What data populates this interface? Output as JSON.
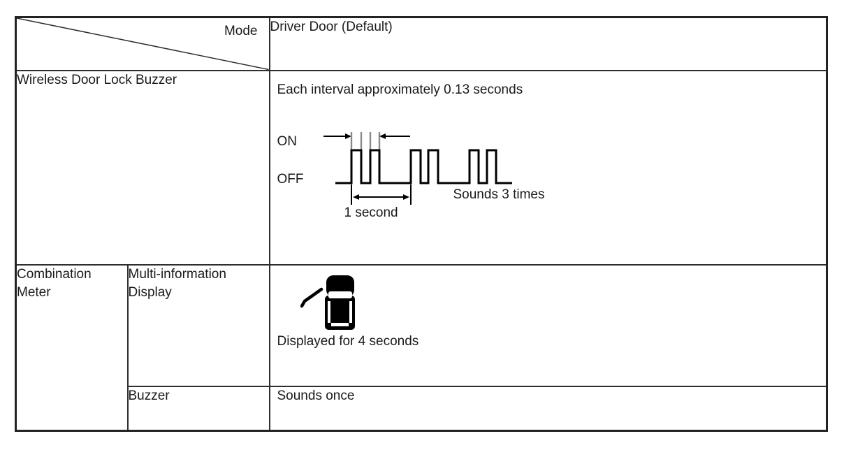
{
  "table": {
    "header": {
      "corner_label": "Mode",
      "mode_value": "Driver Door (Default)"
    },
    "wireless_row": {
      "label": "Wireless Door Lock Buzzer",
      "description": "Each interval approximately 0.13 seconds",
      "waveform": {
        "type": "square-wave-timing-diagram",
        "on_label": "ON",
        "off_label": "OFF",
        "period_label": "1 second",
        "sounds_label": "Sounds 3 times",
        "interval_seconds": 0.13,
        "pulse_groups": 3,
        "pulses_per_group": 2
      }
    },
    "combination_meter": {
      "label": "Combination Meter",
      "sub_rows": [
        {
          "label": "Multi-information Display",
          "icon": "car-driver-door-open-icon",
          "value": "Displayed for 4 seconds"
        },
        {
          "label": "Buzzer",
          "value": "Sounds once"
        }
      ]
    },
    "colors": {
      "background": "#ffffff",
      "border": "#2e2e2e",
      "text": "#1a1a1a",
      "waveform_stroke": "#000000",
      "tick_gray": "#8a8a8a"
    }
  }
}
